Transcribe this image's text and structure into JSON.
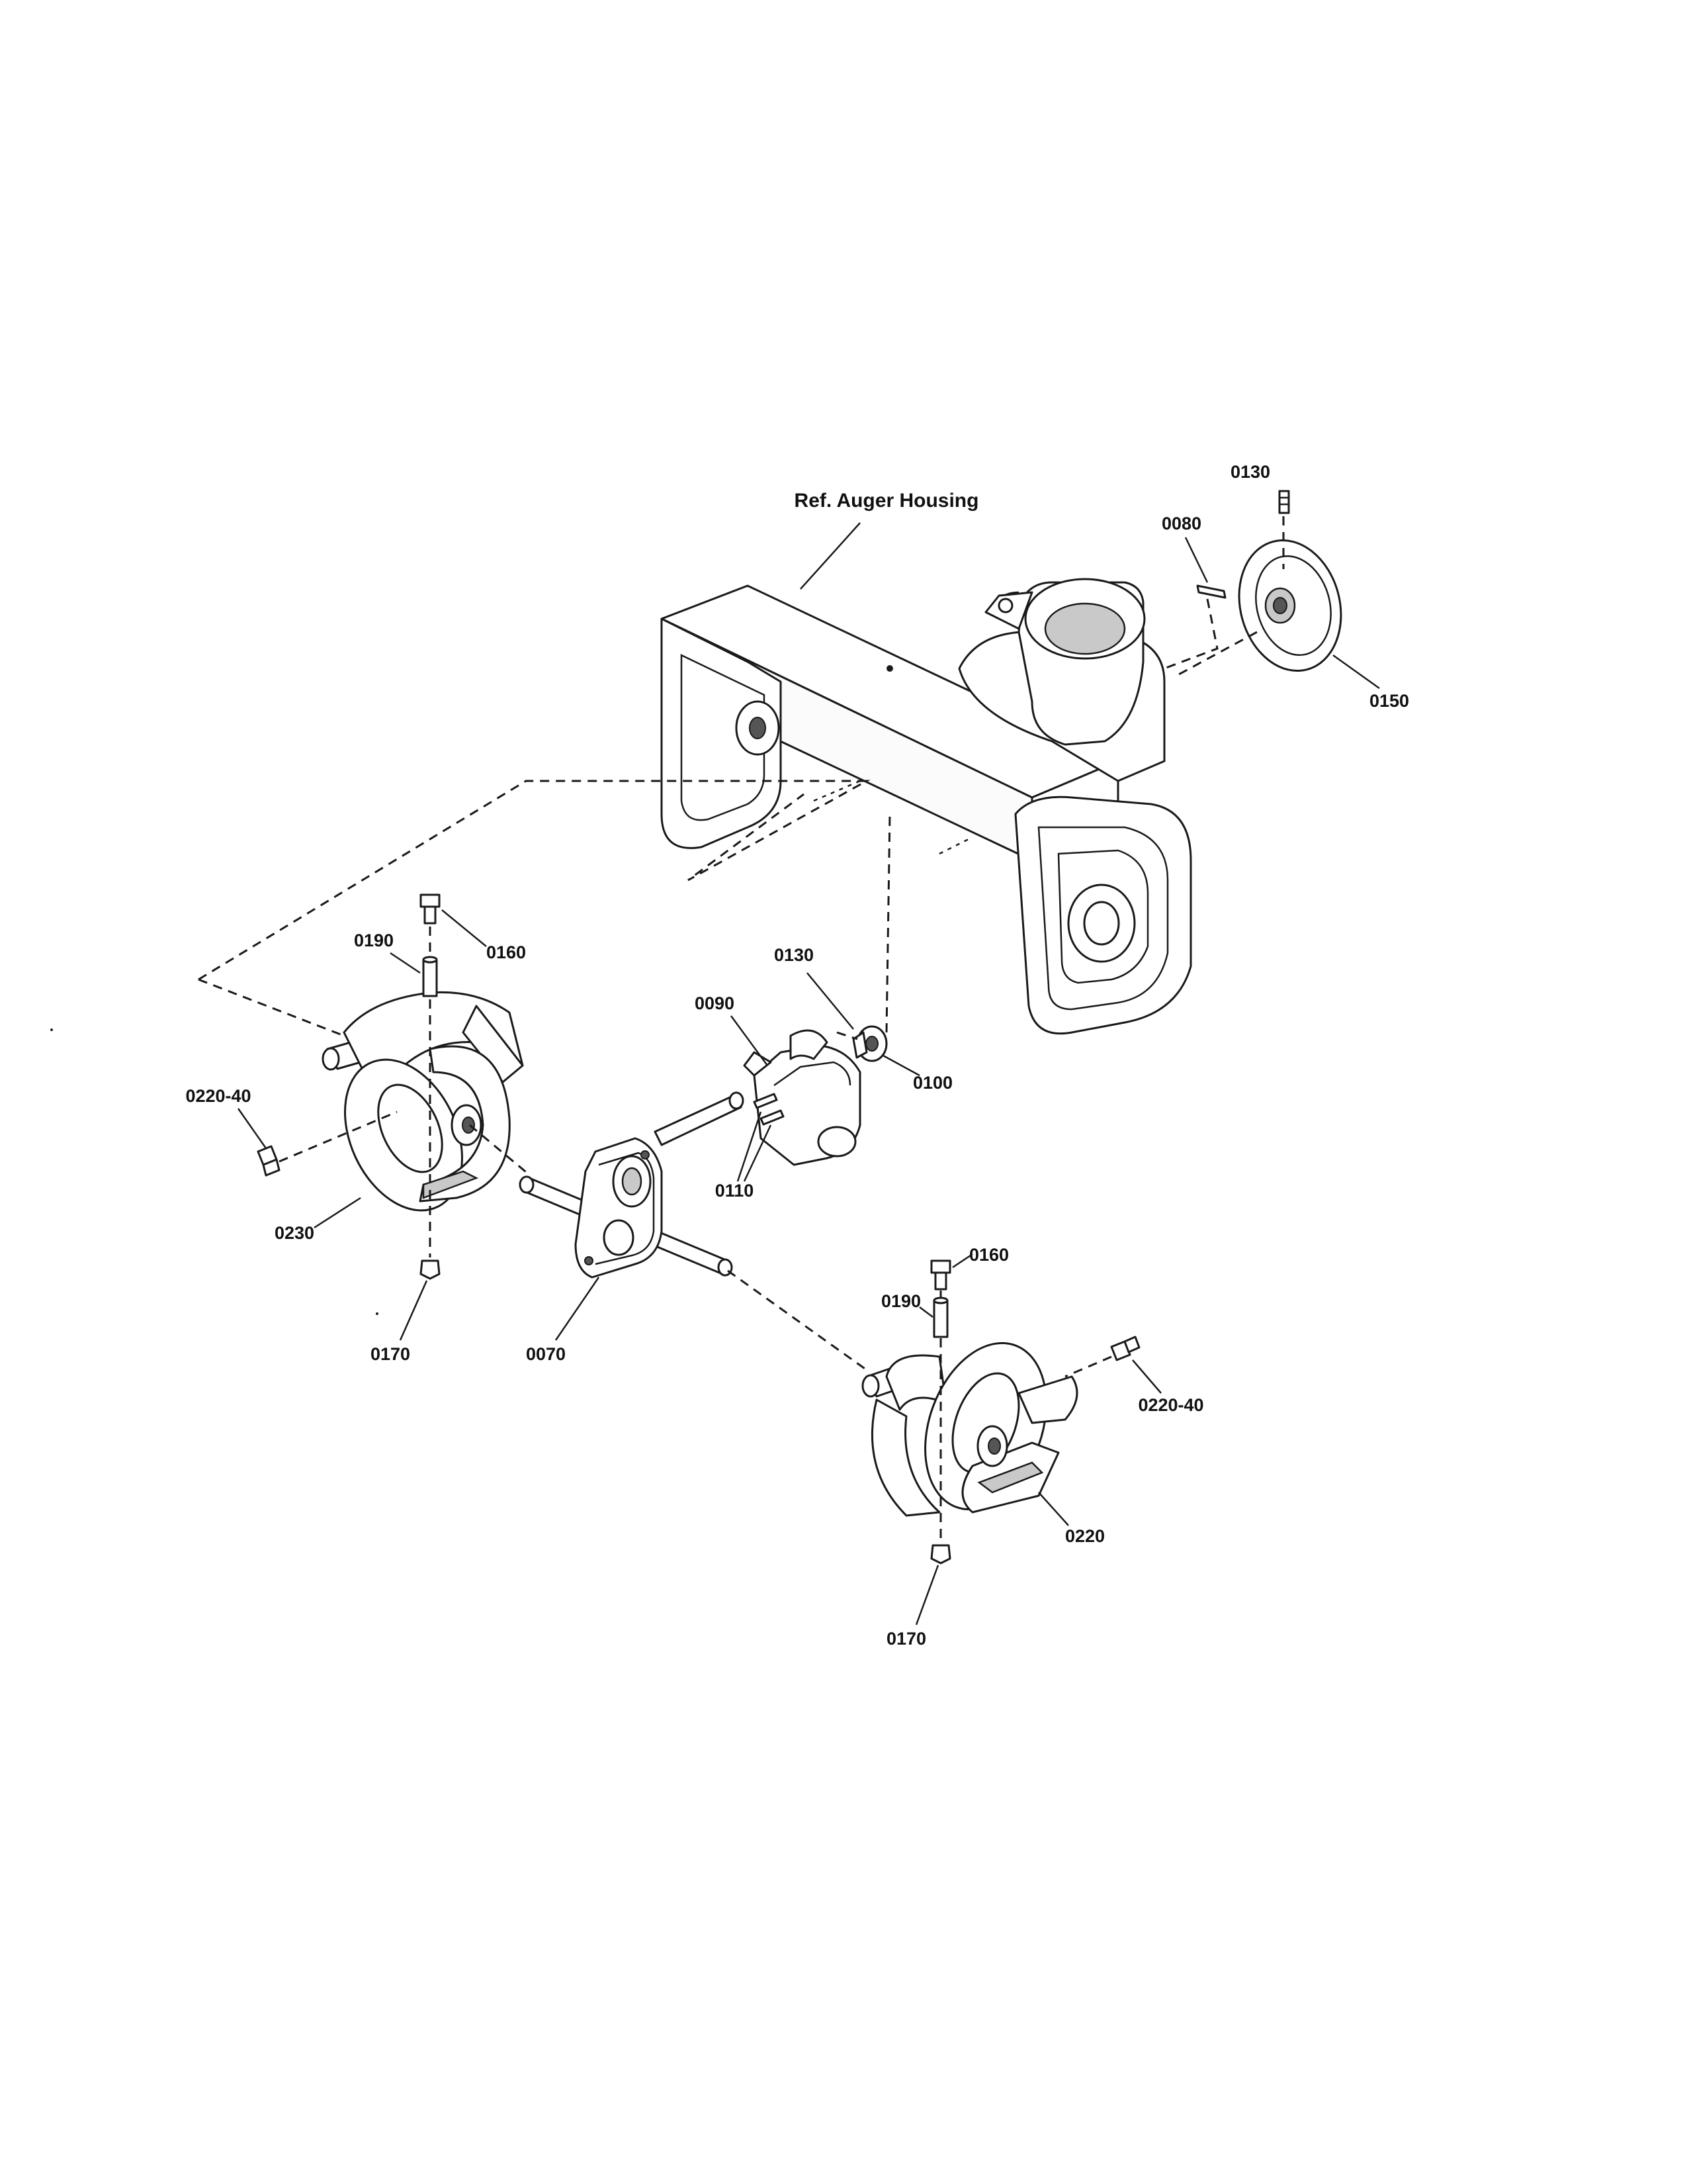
{
  "diagram": {
    "housing_label": "Ref. Auger Housing",
    "callouts": {
      "c_0130_top": "0130",
      "c_0080": "0080",
      "c_0150": "0150",
      "c_0190_left": "0190",
      "c_0160_left": "0160",
      "c_0220_40_left": "0220-40",
      "c_0230": "0230",
      "c_0170_left": "0170",
      "c_0130_mid": "0130",
      "c_0090": "0090",
      "c_0100": "0100",
      "c_0110": "0110",
      "c_0070": "0070",
      "c_0160_right": "0160",
      "c_0190_right": "0190",
      "c_0220_40_right": "0220-40",
      "c_0220": "0220",
      "c_0170_right": "0170"
    }
  }
}
